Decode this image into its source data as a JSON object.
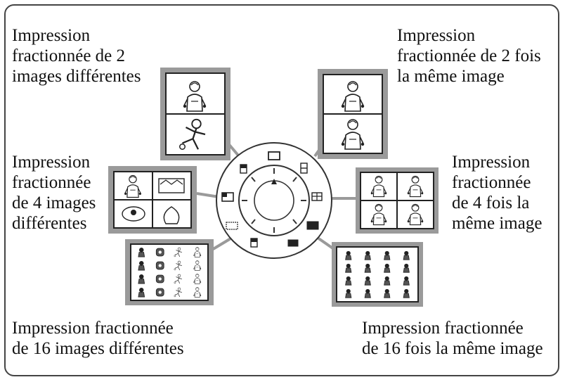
{
  "labels": {
    "top_left": [
      "Impression",
      "fractionnée de 2",
      "images différentes"
    ],
    "top_right": [
      "Impression",
      "fractionnée de 2 fois",
      "la même image"
    ],
    "mid_left": [
      "Impression",
      "fractionnée",
      "de 4 images",
      "différentes"
    ],
    "mid_right": [
      "Impression",
      "fractionnée",
      "de 4 fois la",
      "même image"
    ],
    "bottom_left": [
      "Impression fractionnée",
      "de 16 images différentes"
    ],
    "bottom_right": [
      "Impression fractionnée",
      "de 16 fois la même image"
    ]
  },
  "colors": {
    "border": "#444444",
    "frame_gray": "#9a9a9a",
    "line": "#222222",
    "dial_stroke": "#333333"
  },
  "icons": {
    "person": "person-drawing-icon",
    "dial": "selector-dial-icon",
    "pointer": "triangle-pointer-icon"
  }
}
